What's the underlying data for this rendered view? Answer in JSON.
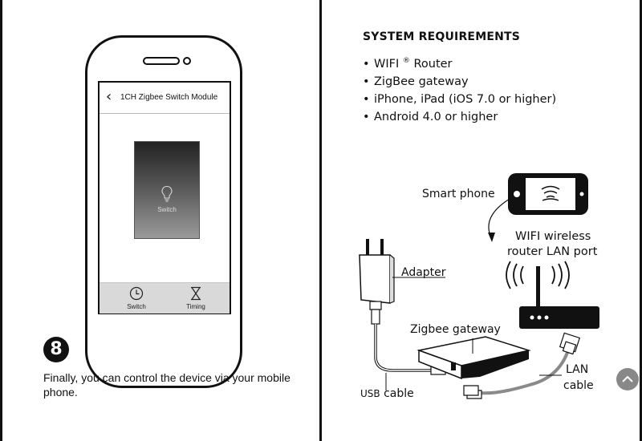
{
  "phone_screen": {
    "title": "1CH Zigbee Switch Module",
    "switch_label": "Switch",
    "tabs": [
      {
        "label": "Switch",
        "icon": "clock-icon"
      },
      {
        "label": "Timing",
        "icon": "hourglass-icon"
      }
    ]
  },
  "step": {
    "number": "8",
    "text": "Finally, you can control  the device via your mobile phone."
  },
  "requirements": {
    "title": "SYSTEM REQUIREMENTS",
    "items": [
      {
        "text": "WIFI",
        "sup": "®",
        "rest": " Router"
      },
      {
        "text": "ZigBee gateway"
      },
      {
        "text": "iPhone, iPad (iOS 7.0 or higher)"
      },
      {
        "text": "Android 4.0 or higher"
      }
    ]
  },
  "diagram": {
    "smart_phone": "Smart phone",
    "wifi_router_line1": "WIFI wireless",
    "wifi_router_line2": "router LAN port",
    "adapter": "Adapter",
    "zigbee_gateway": "Zigbee gateway",
    "lan_line1": "LAN",
    "lan_line2": "cable",
    "usb_prefix": "USB",
    "usb_suffix": " cable"
  },
  "colors": {
    "line": "#111111",
    "cable_gray": "#8a8a8a",
    "scroll_button": "#888888"
  }
}
